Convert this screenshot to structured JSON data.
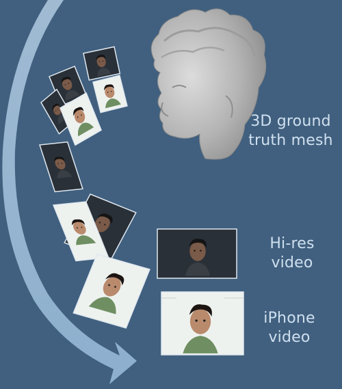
{
  "labels": {
    "mesh_line1": "3D ground",
    "mesh_line2": "truth mesh",
    "hires_line1": "Hi-res",
    "hires_line2": "video",
    "iphone_line1": "iPhone",
    "iphone_line2": "video"
  },
  "colors": {
    "background": "#41607f",
    "arrow": "#a8c8e4",
    "label_text": "#cfe0ef",
    "mesh_gray": "#b9b9b9",
    "dark_frame_bg": "#2a3038",
    "bright_frame_bg": "#eef2ef",
    "shirt_green": "#6f8f62"
  }
}
